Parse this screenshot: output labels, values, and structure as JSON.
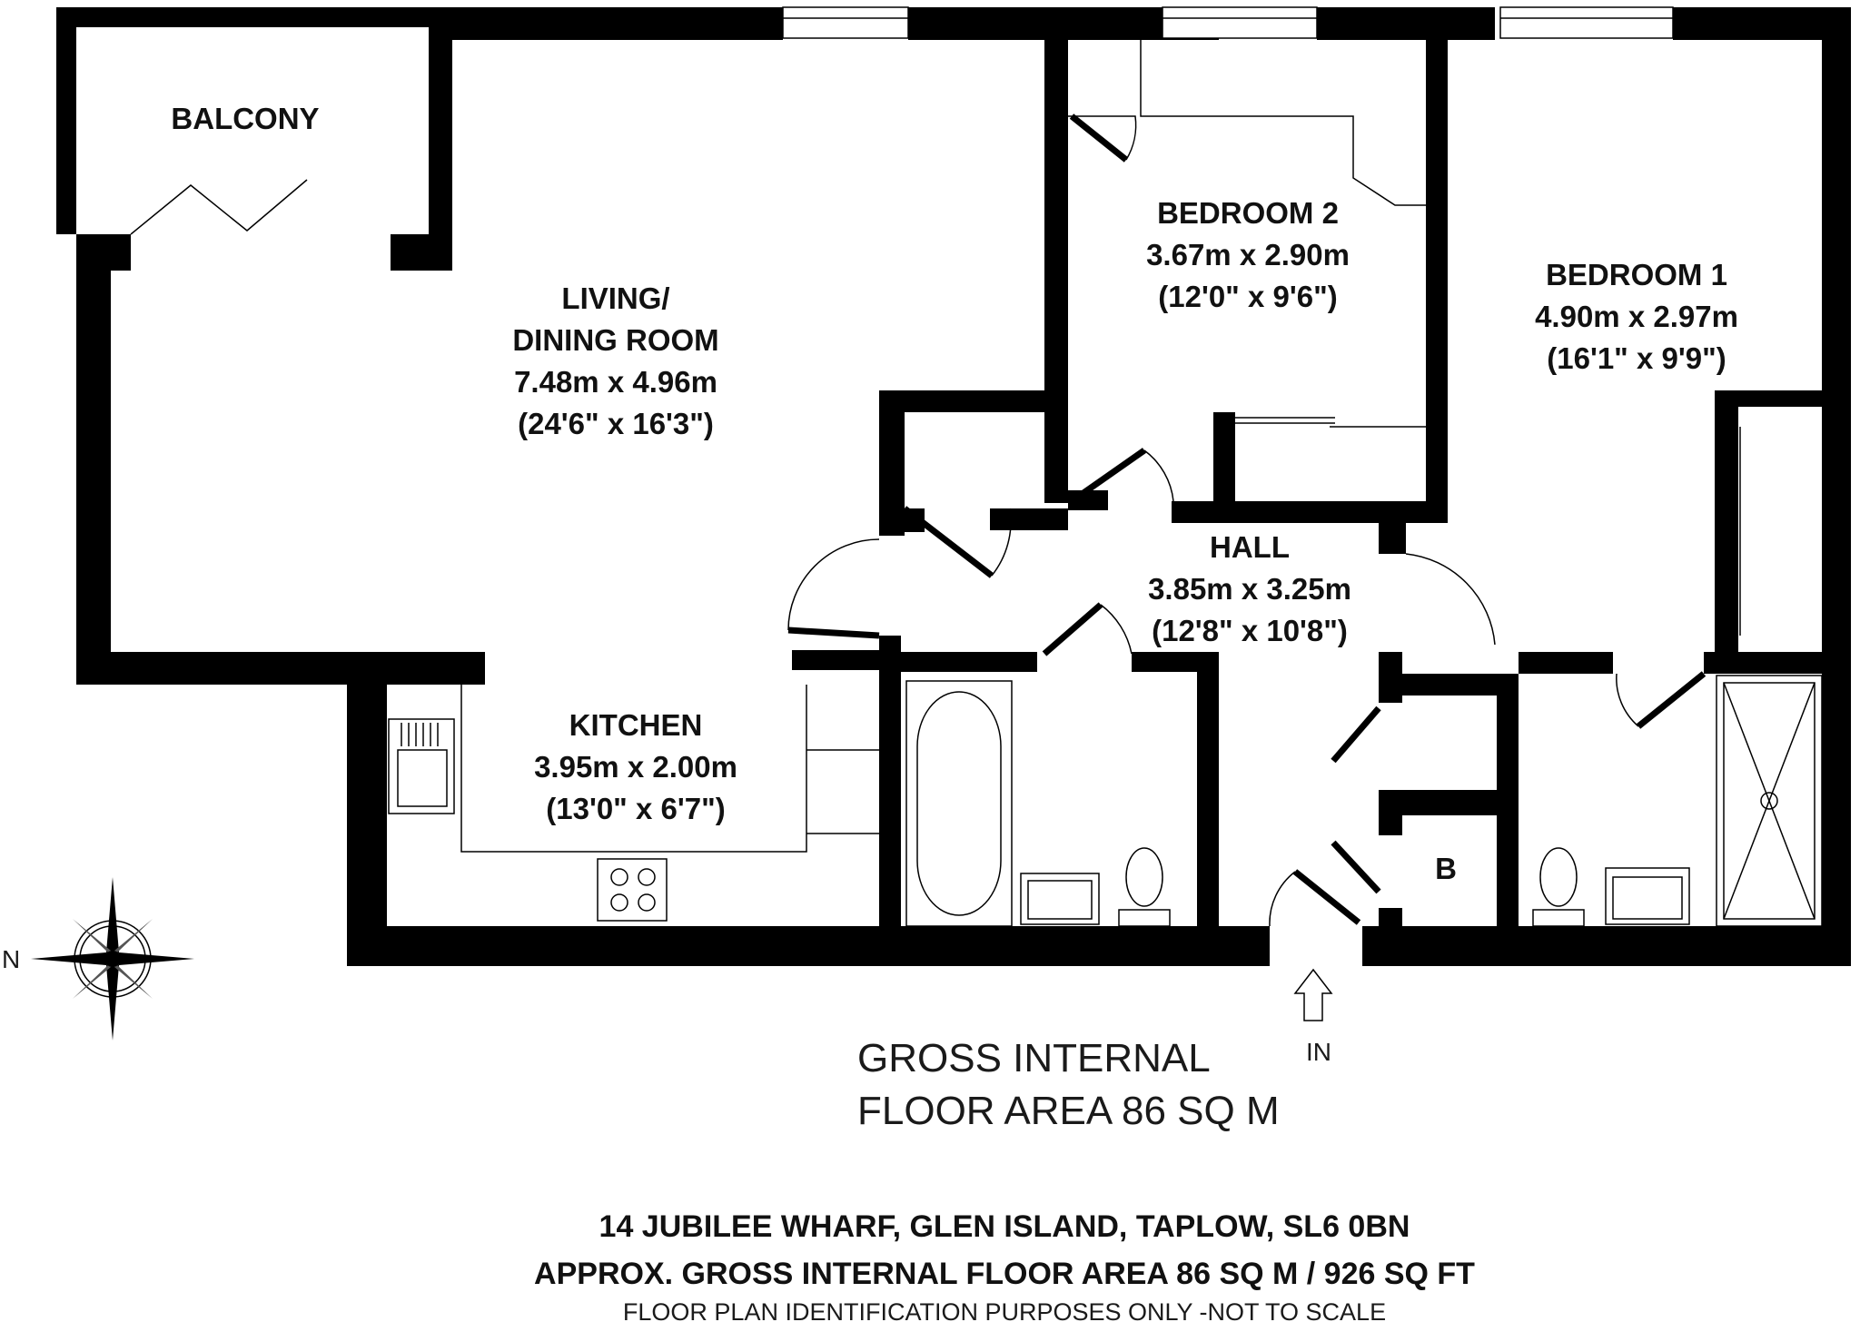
{
  "rooms": {
    "balcony": {
      "name": "BALCONY"
    },
    "living": {
      "name_line1": "LIVING/",
      "name_line2": "DINING ROOM",
      "metric": "7.48m x 4.96m",
      "imperial": "(24'6\" x 16'3\")"
    },
    "bedroom2": {
      "name": "BEDROOM 2",
      "metric": "3.67m x 2.90m",
      "imperial": "(12'0\" x 9'6\")"
    },
    "bedroom1": {
      "name": "BEDROOM 1",
      "metric": "4.90m x 2.97m",
      "imperial": "(16'1\" x 9'9\")"
    },
    "hall": {
      "name": "HALL",
      "metric": "3.85m x 3.25m",
      "imperial": "(12'8\" x 10'8\")"
    },
    "kitchen": {
      "name": "KITCHEN",
      "metric": "3.95m x 2.00m",
      "imperial": "(13'0\" x 6'7\")"
    },
    "boiler": {
      "name": "B"
    }
  },
  "entrance_label": "IN",
  "compass_label": "N",
  "gross_area": {
    "line1": "GROSS INTERNAL",
    "line2": "FLOOR AREA 86 SQ M"
  },
  "footer": {
    "address": "14 JUBILEE WHARF, GLEN ISLAND, TAPLOW, SL6 0BN",
    "area": "APPROX. GROSS INTERNAL FLOOR AREA 86 SQ M / 926 SQ FT",
    "disclaimer": "FLOOR PLAN IDENTIFICATION PURPOSES ONLY -NOT TO SCALE"
  }
}
